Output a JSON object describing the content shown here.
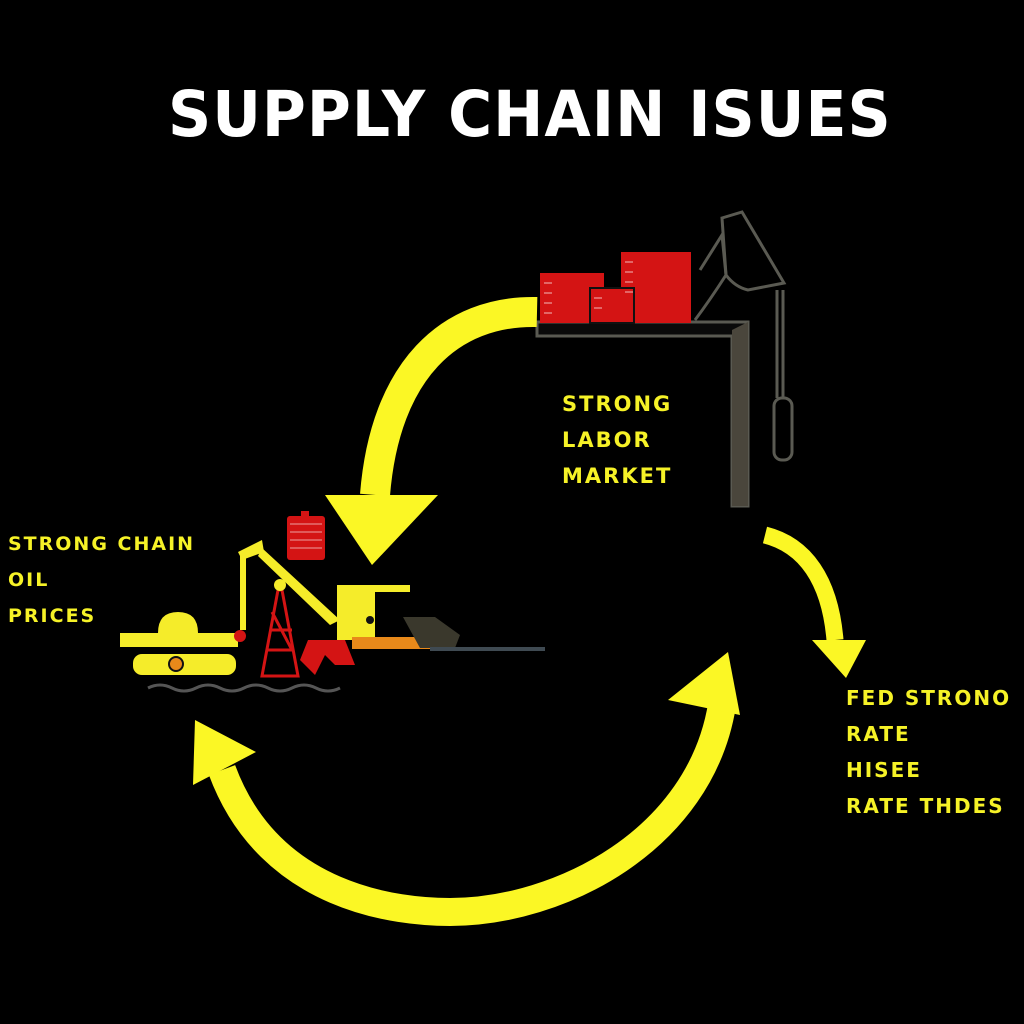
{
  "title": "SUPPLY CHAIN ISUES",
  "nodes": {
    "labor_market": {
      "lines": [
        "STRONG",
        "LABOR",
        "MARKET"
      ],
      "illustration": "desk-with-red-binders-and-lamp"
    },
    "oil_prices": {
      "lines": [
        "STRONG CHAIN",
        "OIL",
        "PRICES"
      ],
      "illustration": "oil-pump-jack-and-derrick"
    },
    "fed_rate": {
      "lines": [
        "FED STRONO",
        "RATE",
        "HISEE",
        "RATE THDES"
      ]
    }
  },
  "arrows": [
    {
      "from": "labor_market",
      "to": "oil_prices",
      "direction": "curved-down-left"
    },
    {
      "from": "labor_market",
      "to": "fed_rate",
      "direction": "curved-down-right"
    },
    {
      "from": "oil_prices",
      "to": "labor_market",
      "direction": "double-headed-bottom-arc"
    }
  ],
  "colors": {
    "background": "#000000",
    "title": "#ffffff",
    "labels": "#f6f227",
    "arrows": "#fbf725",
    "binders": "#d41414",
    "machinery": "#f5ec2a",
    "accent_orange": "#e8891a",
    "outline_gray": "#5a5a52"
  }
}
